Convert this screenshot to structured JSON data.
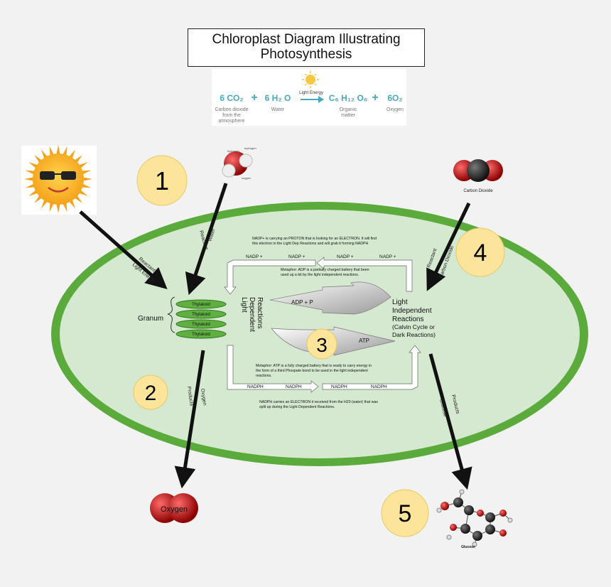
{
  "title": [
    "Chloroplast Diagram Illustrating",
    "Photosynthesis"
  ],
  "equation": {
    "co2": "6 CO₂",
    "co2_note": [
      "Carbon dioxide",
      "from the",
      "atmosphere"
    ],
    "plus": "+",
    "h2o": "6 H₂ O",
    "h2o_note": "Water",
    "light": "Light Energy",
    "glucose": "C₆ H₁₂ O₆",
    "glucose_note": [
      "Organic",
      "matter"
    ],
    "o2": "6O₂",
    "o2_note": "Oxygen"
  },
  "steps": [
    "1",
    "2",
    "3",
    "4",
    "5"
  ],
  "water_molecule_labels": [
    "hydrogen",
    "hydrogen",
    "oxygen"
  ],
  "carbon_dioxide_label": "Carbon Dioxide",
  "reactant": "Reactant",
  "light_energy": "Light Energy",
  "water": "Water",
  "carbon_dioxide_arrow": "Carbon Dioxide",
  "granum": "Granum",
  "thylakoid": "Thylakoid",
  "light_dependent": [
    "Light",
    "Dependent",
    "Reactions"
  ],
  "light_independent": [
    "Light",
    "Independent",
    "Reactions",
    "(Calvin Cycle or",
    "Dark Reactions)"
  ],
  "nadp_plus": "NADP +",
  "nadph": "NADPH",
  "adp": "ADP + P",
  "atp": "ATP",
  "notes": {
    "nadp": [
      "NADP+ is carrying an PROTON that is looking for an ELECTRON.  It will find",
      "this electron in the Light Dep Reactions and will grab it forming NADPH"
    ],
    "adp": [
      "Metaphor:  ADP is a partially charged battery that been",
      "used up a bit by the light independent reactions."
    ],
    "atp": [
      "Metaphor:  ATP is a fully charged battery that is ready to carry energy in",
      "the form of a third Phospate bond to be used in the light independent",
      "reactions."
    ],
    "nadph": [
      "NADPH carries an ELECTRON it received from the H20 (water) that was",
      "split up during the Light Dependent Reactions."
    ]
  },
  "products": "Products",
  "oxygen": "Oxygen",
  "glucose": "Glucose",
  "glucose_mol_label": "Glucose",
  "colors": {
    "stroma": "#d4e9cf",
    "membrane": "#5aaa3c",
    "thylakoid": "#5fb040",
    "step_circle": "#fce59a",
    "eq_teal": "#44aabb"
  }
}
